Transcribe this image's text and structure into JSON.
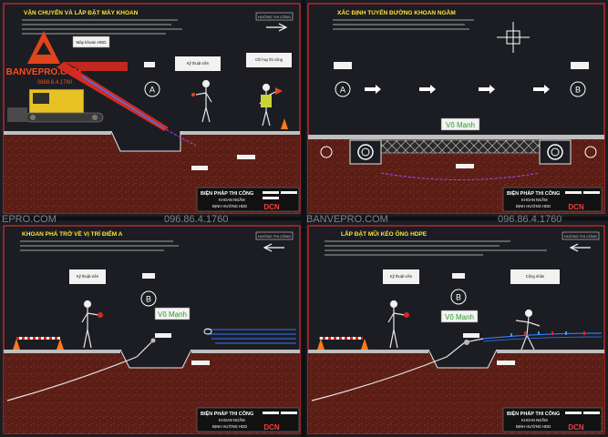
{
  "logo": {
    "brand": "BANVEPRO.COM",
    "phone": "0868.6.4.1760"
  },
  "watermark": {
    "site": "BANVEPRO.COM",
    "site_left": "EPRO.COM",
    "phone": "096.86.4.1760"
  },
  "panels": [
    {
      "title": "VẬN CHUYỂN VÀ LẮP ĐẶT MÁY KHOAN",
      "direction_label": "HƯỚNG THI CÔNG",
      "point_label": "A",
      "machine_note": "Máy khoan HDD",
      "worker_note": "Kỹ thuật viên",
      "worker_note2": "Chỉ huy thi công",
      "stamp": {
        "line1": "BIỆN PHÁP THI CÔNG",
        "line2": "KHOAN NGẦM",
        "line3": "ĐỊNH HƯỚNG HDD",
        "logo": "DCN"
      }
    },
    {
      "title": "XÁC ĐỊNH TUYẾN ĐƯỜNG KHOAN NGẦM",
      "point_a": "A",
      "point_b": "B",
      "road_name": "Võ Mạnh",
      "stamp": {
        "line1": "BIỆN PHÁP THI CÔNG",
        "line2": "KHOAN NGẦM",
        "line3": "ĐỊNH HƯỚNG HDD",
        "logo": "DCN"
      }
    },
    {
      "title": "KHOAN PHÁ TRỞ VỀ VỊ TRÍ ĐIỂM A",
      "direction_label": "HƯỚNG THI CÔNG",
      "point_label": "B",
      "road_name": "Võ Mạnh",
      "worker_note": "Kỹ thuật viên",
      "stamp": {
        "line1": "BIỆN PHÁP THI CÔNG",
        "line2": "KHOAN NGẦM",
        "line3": "ĐỊNH HƯỚNG HDD",
        "logo": "DCN"
      }
    },
    {
      "title": "LẮP ĐẶT MŨI KÉO ỐNG HDPE",
      "direction_label": "HƯỚNG THI CÔNG",
      "point_label": "B",
      "road_name": "Võ Mạnh",
      "worker_note": "Kỹ thuật viên",
      "worker_note2": "Công nhân",
      "stamp": {
        "line1": "BIỆN PHÁP THI CÔNG",
        "line2": "KHOAN NGẦM",
        "line3": "ĐỊNH HƯỚNG HDD",
        "logo": "DCN"
      }
    }
  ]
}
